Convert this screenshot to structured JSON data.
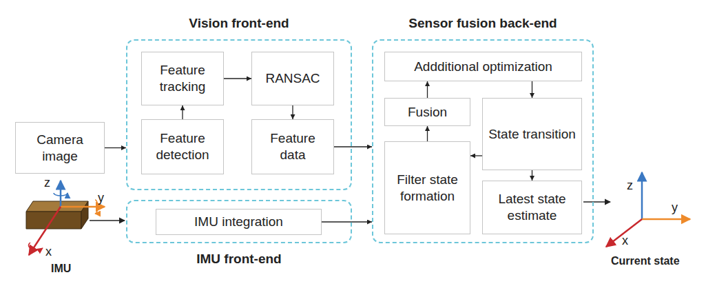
{
  "diagram": {
    "nodes": [
      {
        "text": [
          "Camera image"
        ]
      },
      {
        "text": [
          "Vision front-end"
        ]
      },
      {
        "text": [
          "Feature tracking"
        ],
        "in": 1
      },
      {
        "text": [
          "RANSAC"
        ],
        "in": 1
      },
      {
        "text": [
          "Feature detection"
        ],
        "in": 1
      },
      {
        "text": [
          "Feature data"
        ],
        "in": 1
      },
      {
        "text": [
          "Sensor fusion back-end"
        ]
      },
      {
        "text": [
          "Addditional optimization"
        ],
        "in": 6
      },
      {
        "text": [
          "Fusion"
        ],
        "in": 6
      },
      {
        "text": [
          "State transition"
        ],
        "in": 6
      },
      {
        "text": [
          "Filter state formation"
        ],
        "in": 6
      },
      {
        "text": [
          "Latest state estimate"
        ],
        "in": 6
      },
      {
        "text": [
          "IMU front-end"
        ]
      },
      {
        "text": [
          "IMU integration"
        ],
        "in": 12
      }
    ],
    "edges": [
      {
        "from": 0,
        "to": 1,
        "arrow": "to"
      },
      {
        "from": 4,
        "to": 2,
        "arrow": "to"
      },
      {
        "from": 2,
        "to": 3,
        "arrow": "to"
      },
      {
        "from": 3,
        "to": 5,
        "arrow": "to"
      },
      {
        "from": 5,
        "to": 6,
        "arrow": "to"
      },
      {
        "from": 13,
        "to": 6,
        "arrow": "to"
      },
      {
        "from": 10,
        "to": 8,
        "arrow": "to"
      },
      {
        "from": 8,
        "to": 7,
        "arrow": "to"
      },
      {
        "from": 7,
        "to": 9,
        "arrow": "to"
      },
      {
        "from": 9,
        "to": 10,
        "arrow": "to"
      },
      {
        "from": 9,
        "to": 11,
        "arrow": "to"
      }
    ],
    "labels": [
      "z",
      "y",
      "x",
      "IMU",
      "z",
      "y",
      "x",
      "Current state"
    ]
  }
}
